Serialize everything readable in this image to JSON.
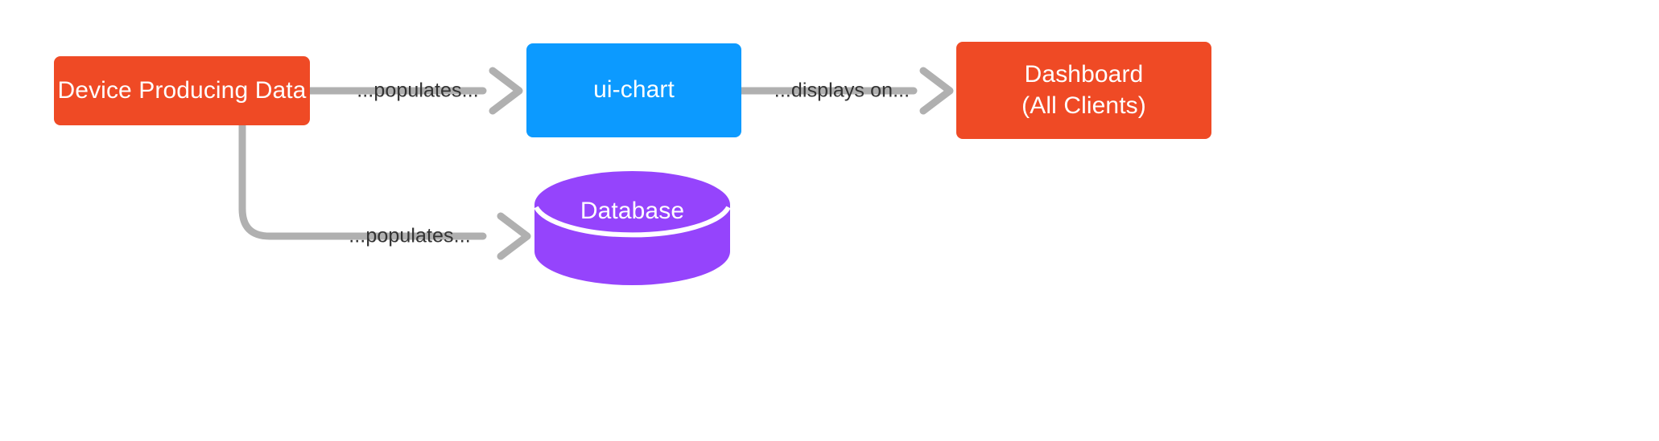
{
  "diagram": {
    "type": "flowchart",
    "direction": "left-to-right",
    "background_color": "#ffffff",
    "edge_color": "#b0b0b0",
    "label_color": "#333333",
    "nodes": [
      {
        "id": "device",
        "label": "Device Producing Data",
        "shape": "rounded-rectangle",
        "color": "#ef4a25",
        "text_color": "#ffffff"
      },
      {
        "id": "uichart",
        "label": "ui-chart",
        "shape": "rounded-rectangle",
        "color": "#0c9aff",
        "text_color": "#ffffff"
      },
      {
        "id": "dashboard",
        "label": "Dashboard\n(All Clients)",
        "line1": "Dashboard",
        "line2": "(All Clients)",
        "shape": "rounded-rectangle",
        "color": "#ef4a25",
        "text_color": "#ffffff"
      },
      {
        "id": "database",
        "label": "Database",
        "shape": "cylinder",
        "color": "#9544fc",
        "text_color": "#ffffff"
      }
    ],
    "edges": [
      {
        "id": "device-to-uichart",
        "from": "device",
        "to": "uichart",
        "label": "...populates...",
        "arrowhead": "open"
      },
      {
        "id": "uichart-to-dashboard",
        "from": "uichart",
        "to": "dashboard",
        "label": "...displays on...",
        "arrowhead": "open"
      },
      {
        "id": "device-to-database",
        "from": "device",
        "to": "database",
        "label": "...populates...",
        "arrowhead": "open"
      }
    ]
  }
}
